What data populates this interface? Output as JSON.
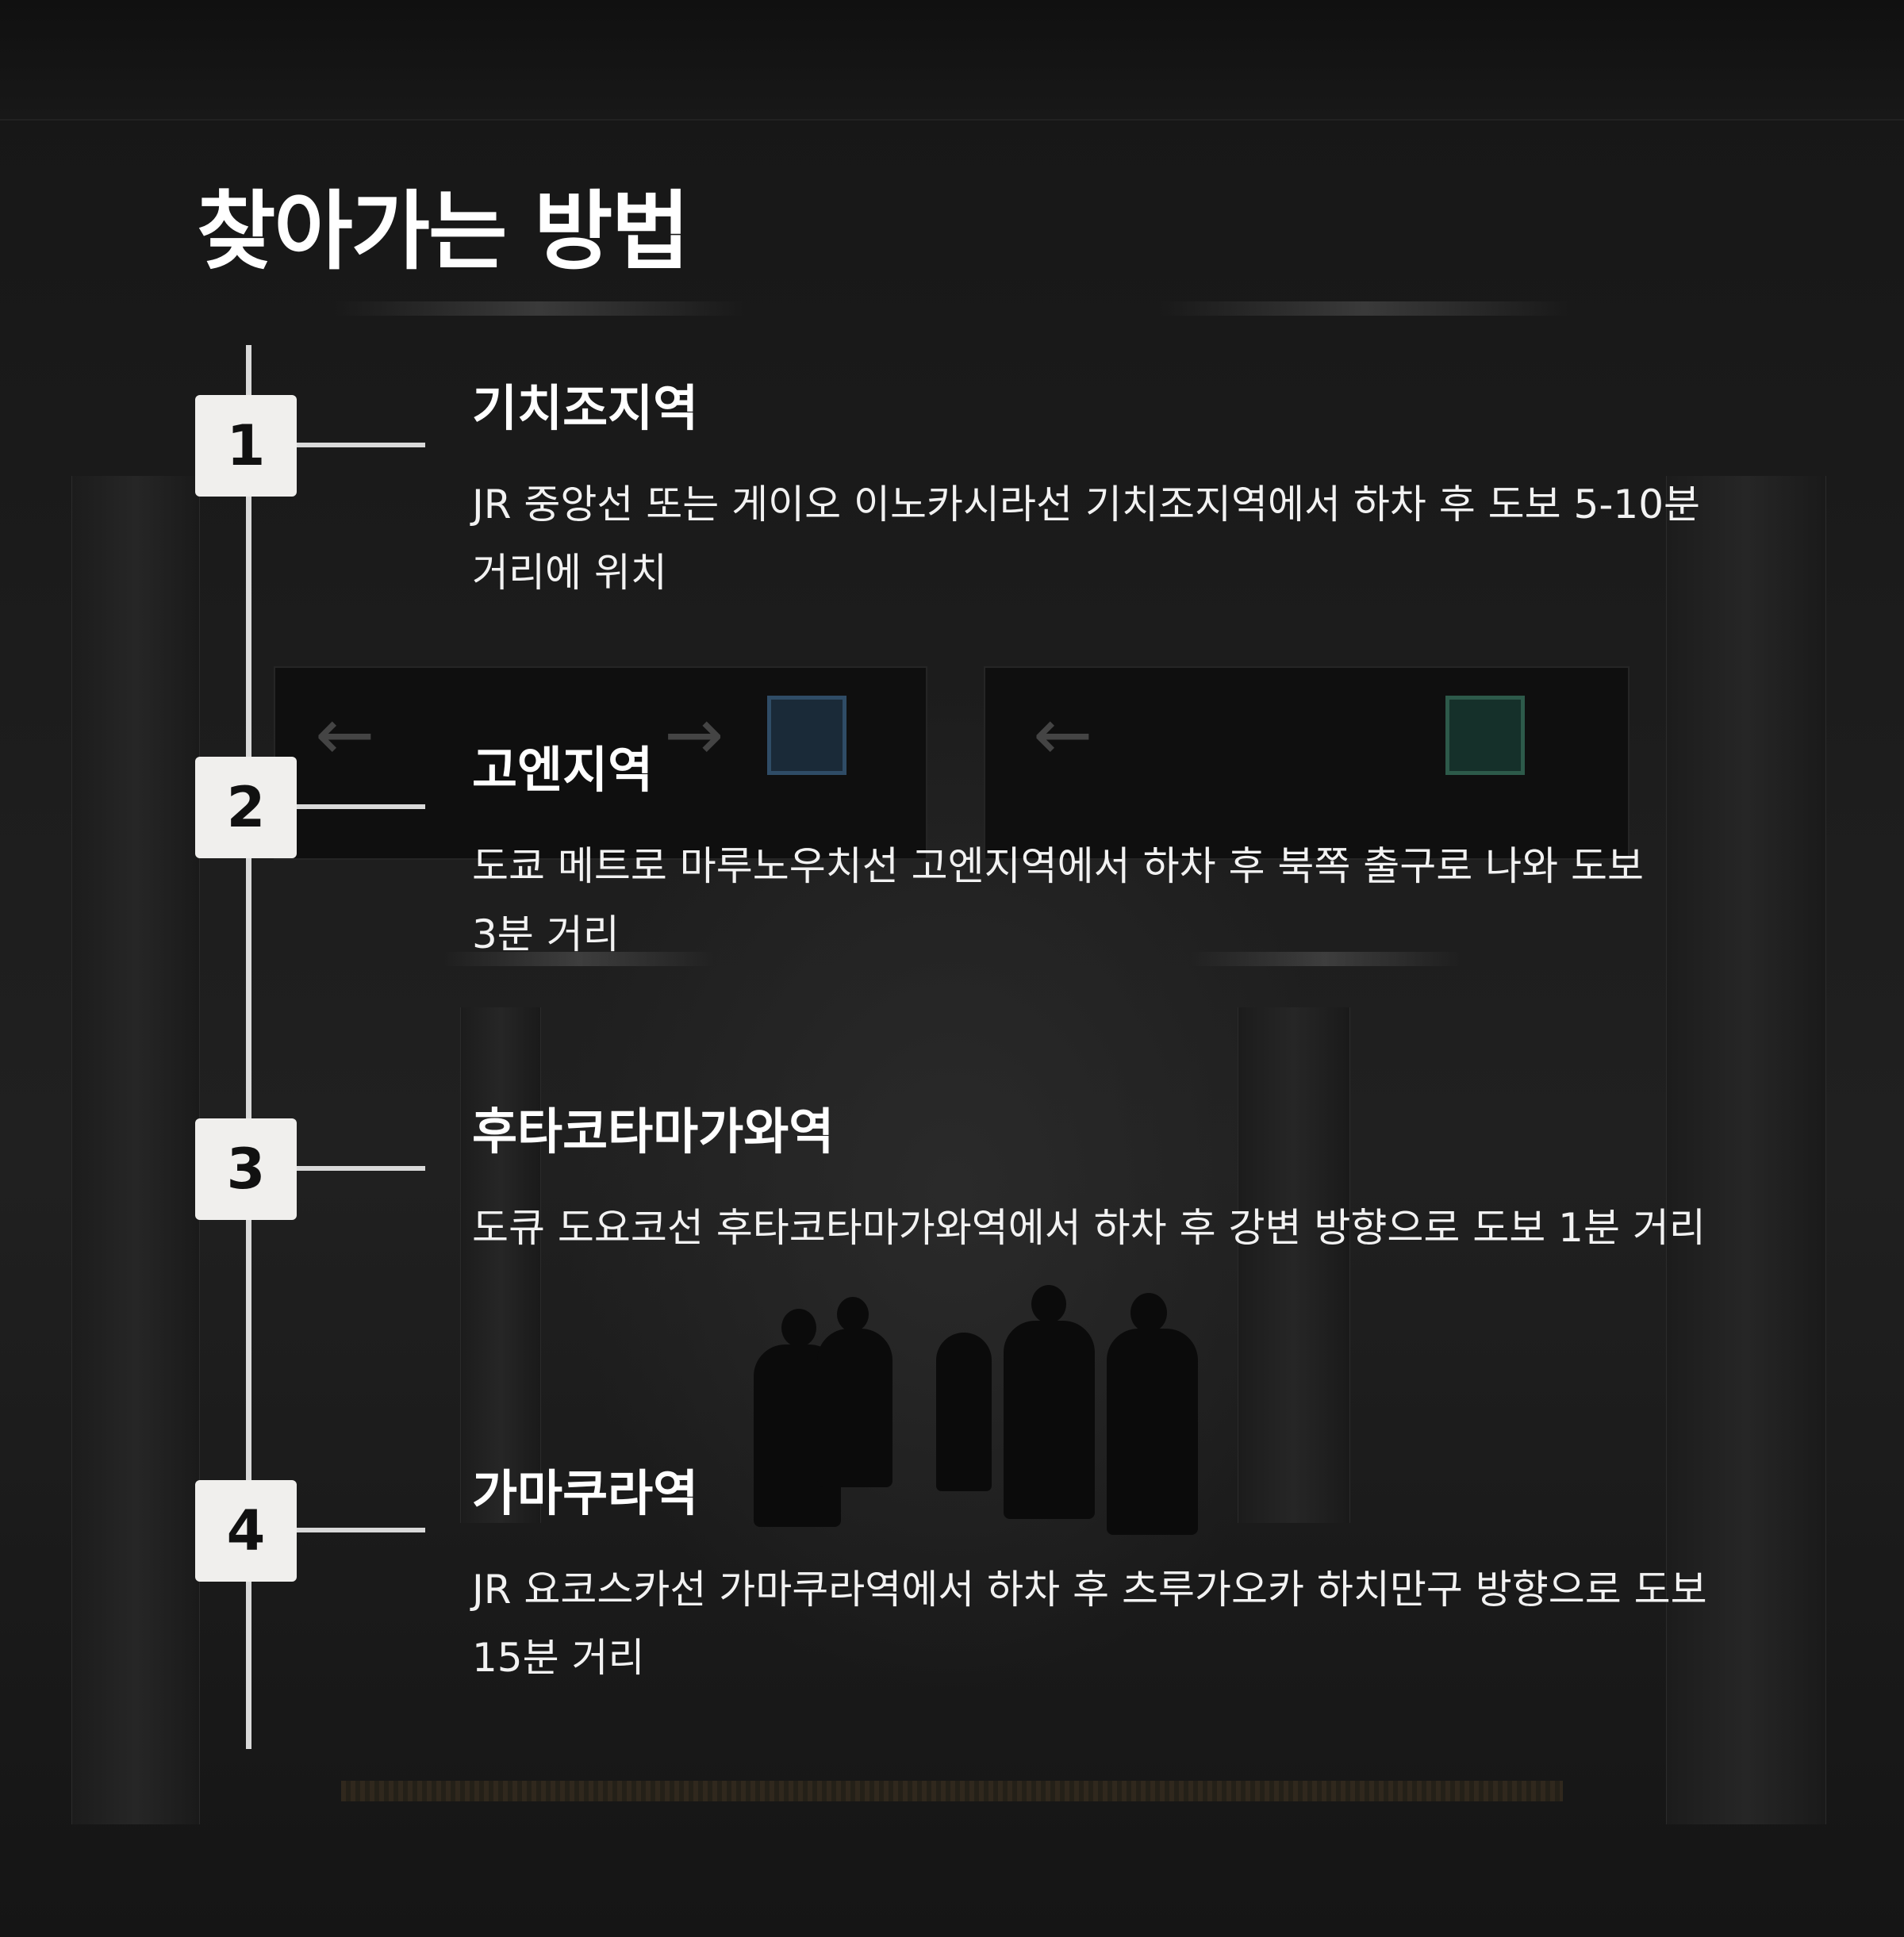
{
  "title": "찾아가는 방법",
  "steps": [
    {
      "number": "1",
      "name": "기치조지역",
      "description": "JR 중앙선 또는 게이오 이노카시라선 기치조지역에서 하차 후 도보 5-10분 거리에 위치"
    },
    {
      "number": "2",
      "name": "고엔지역",
      "description": "도쿄 메트로 마루노우치선 고엔지역에서 하차 후 북쪽 출구로 나와 도보 3분 거리"
    },
    {
      "number": "3",
      "name": "후타코타마가와역",
      "description": "도큐 도요코선 후타코타마가와역에서 하차 후 강변 방향으로 도보 1분 거리"
    },
    {
      "number": "4",
      "name": "가마쿠라역",
      "description": "JR 요코스카선 가마쿠라역에서 하차 후 츠루가오카 하치만구 방향으로 도보 15분 거리"
    }
  ],
  "colors": {
    "background": "#1a1a1a",
    "text": "#ffffff",
    "badge_bg": "#f0efed",
    "badge_text": "#111111",
    "timeline": "#d9d9d9"
  },
  "background_image": "dim-subway-station-corridor-with-walking-people"
}
